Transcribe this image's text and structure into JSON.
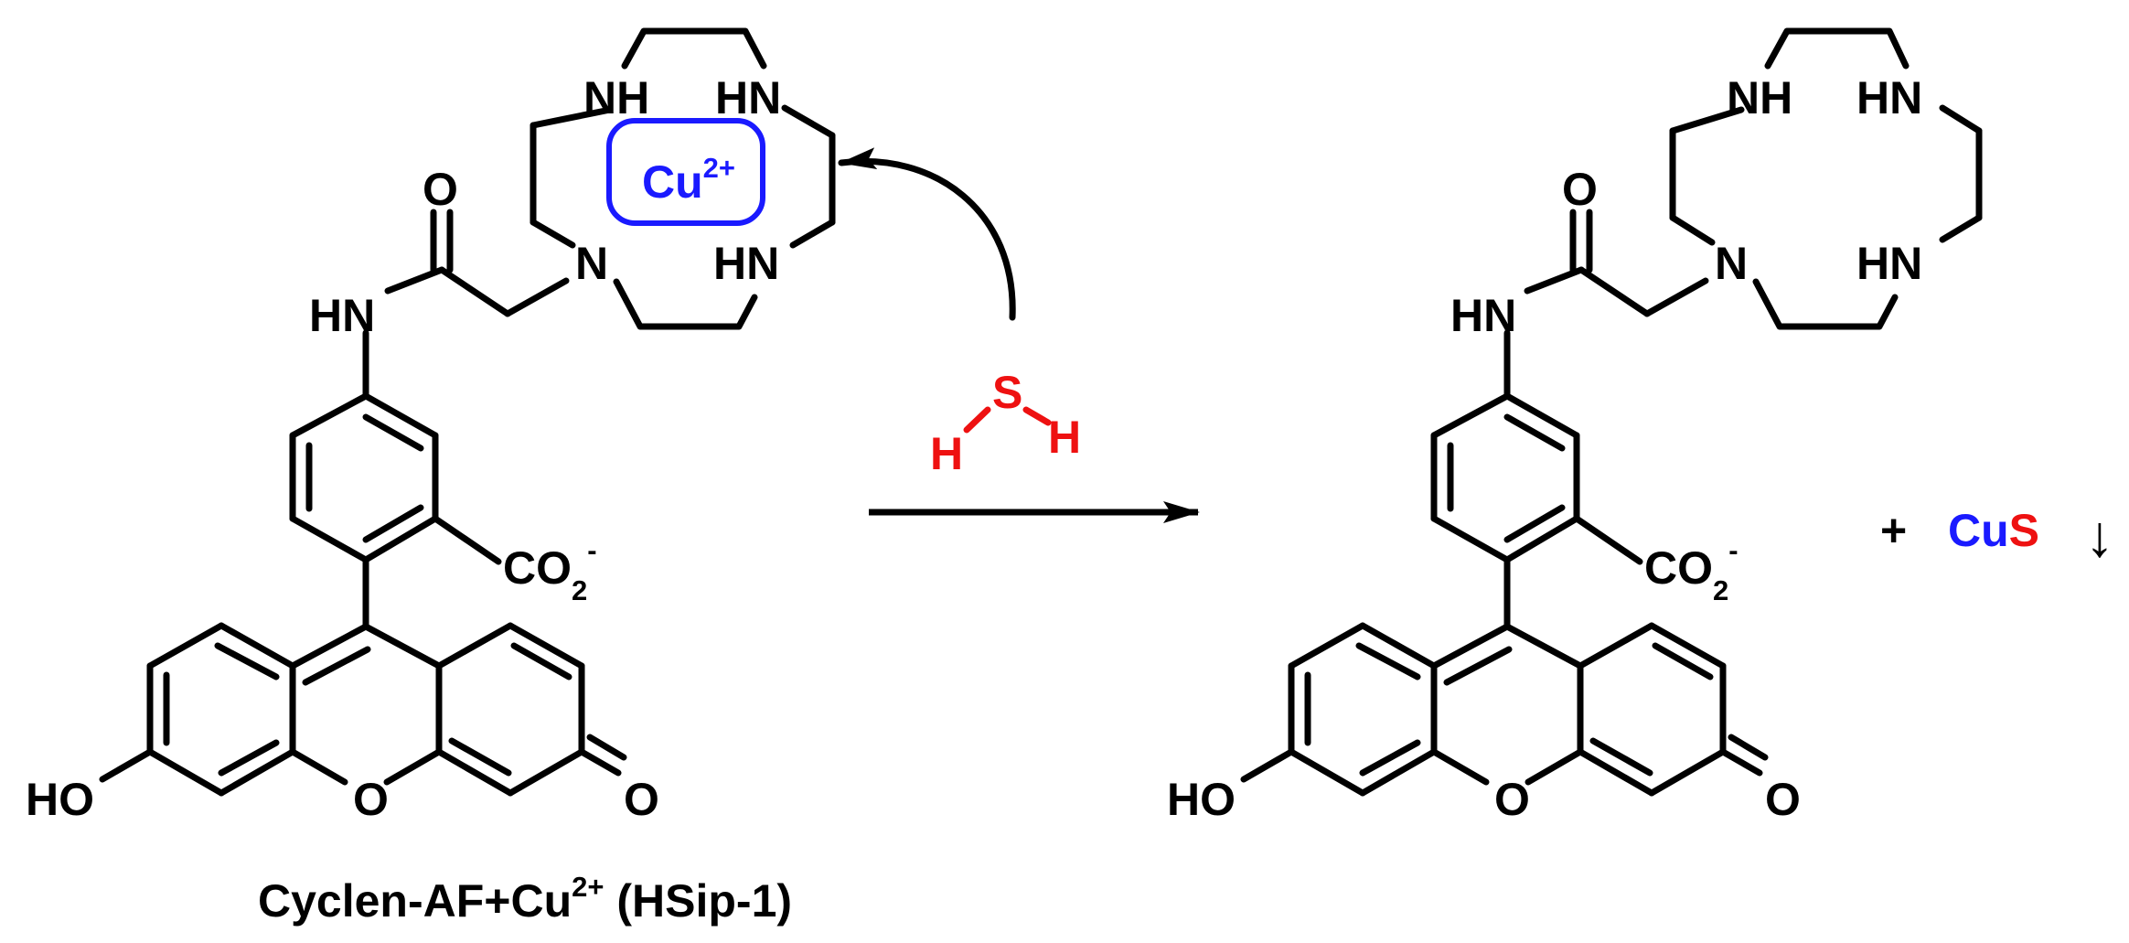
{
  "reactant": {
    "caption": {
      "main": "Cyclen-AF+Cu",
      "charge": "2+",
      "suffix": " (HSip-1)"
    },
    "metal": {
      "symbol": "Cu",
      "charge": "2+",
      "color": "#1a1aff"
    },
    "labels": {
      "nh_top_left": "NH",
      "hn_top_right": "HN",
      "hn_bottom_right": "HN",
      "n_tertiary": "N",
      "carbonyl_o": "O",
      "amide_hn": "HN",
      "carboxylate": {
        "main": "CO",
        "sub": "2",
        "charge": "-"
      },
      "ring_o": "O",
      "ketone_o": "O",
      "hydroxyl": "HO"
    }
  },
  "reagent": {
    "atoms": {
      "s": "S",
      "h_left": "H",
      "h_right": "H"
    },
    "color": "#ee1111"
  },
  "product": {
    "labels": {
      "nh_top_left": "NH",
      "hn_top_right": "HN",
      "hn_bottom_right": "HN",
      "n_tertiary": "N",
      "carbonyl_o": "O",
      "amide_hn": "HN",
      "carboxylate": {
        "main": "CO",
        "sub": "2",
        "charge": "-"
      },
      "ring_o": "O",
      "ketone_o": "O",
      "hydroxyl": "HO"
    }
  },
  "byproduct": {
    "plus": "+",
    "cu": "Cu",
    "s": "S",
    "precipitate": "↓",
    "cu_color": "#1a1aff",
    "s_color": "#ee1111"
  }
}
